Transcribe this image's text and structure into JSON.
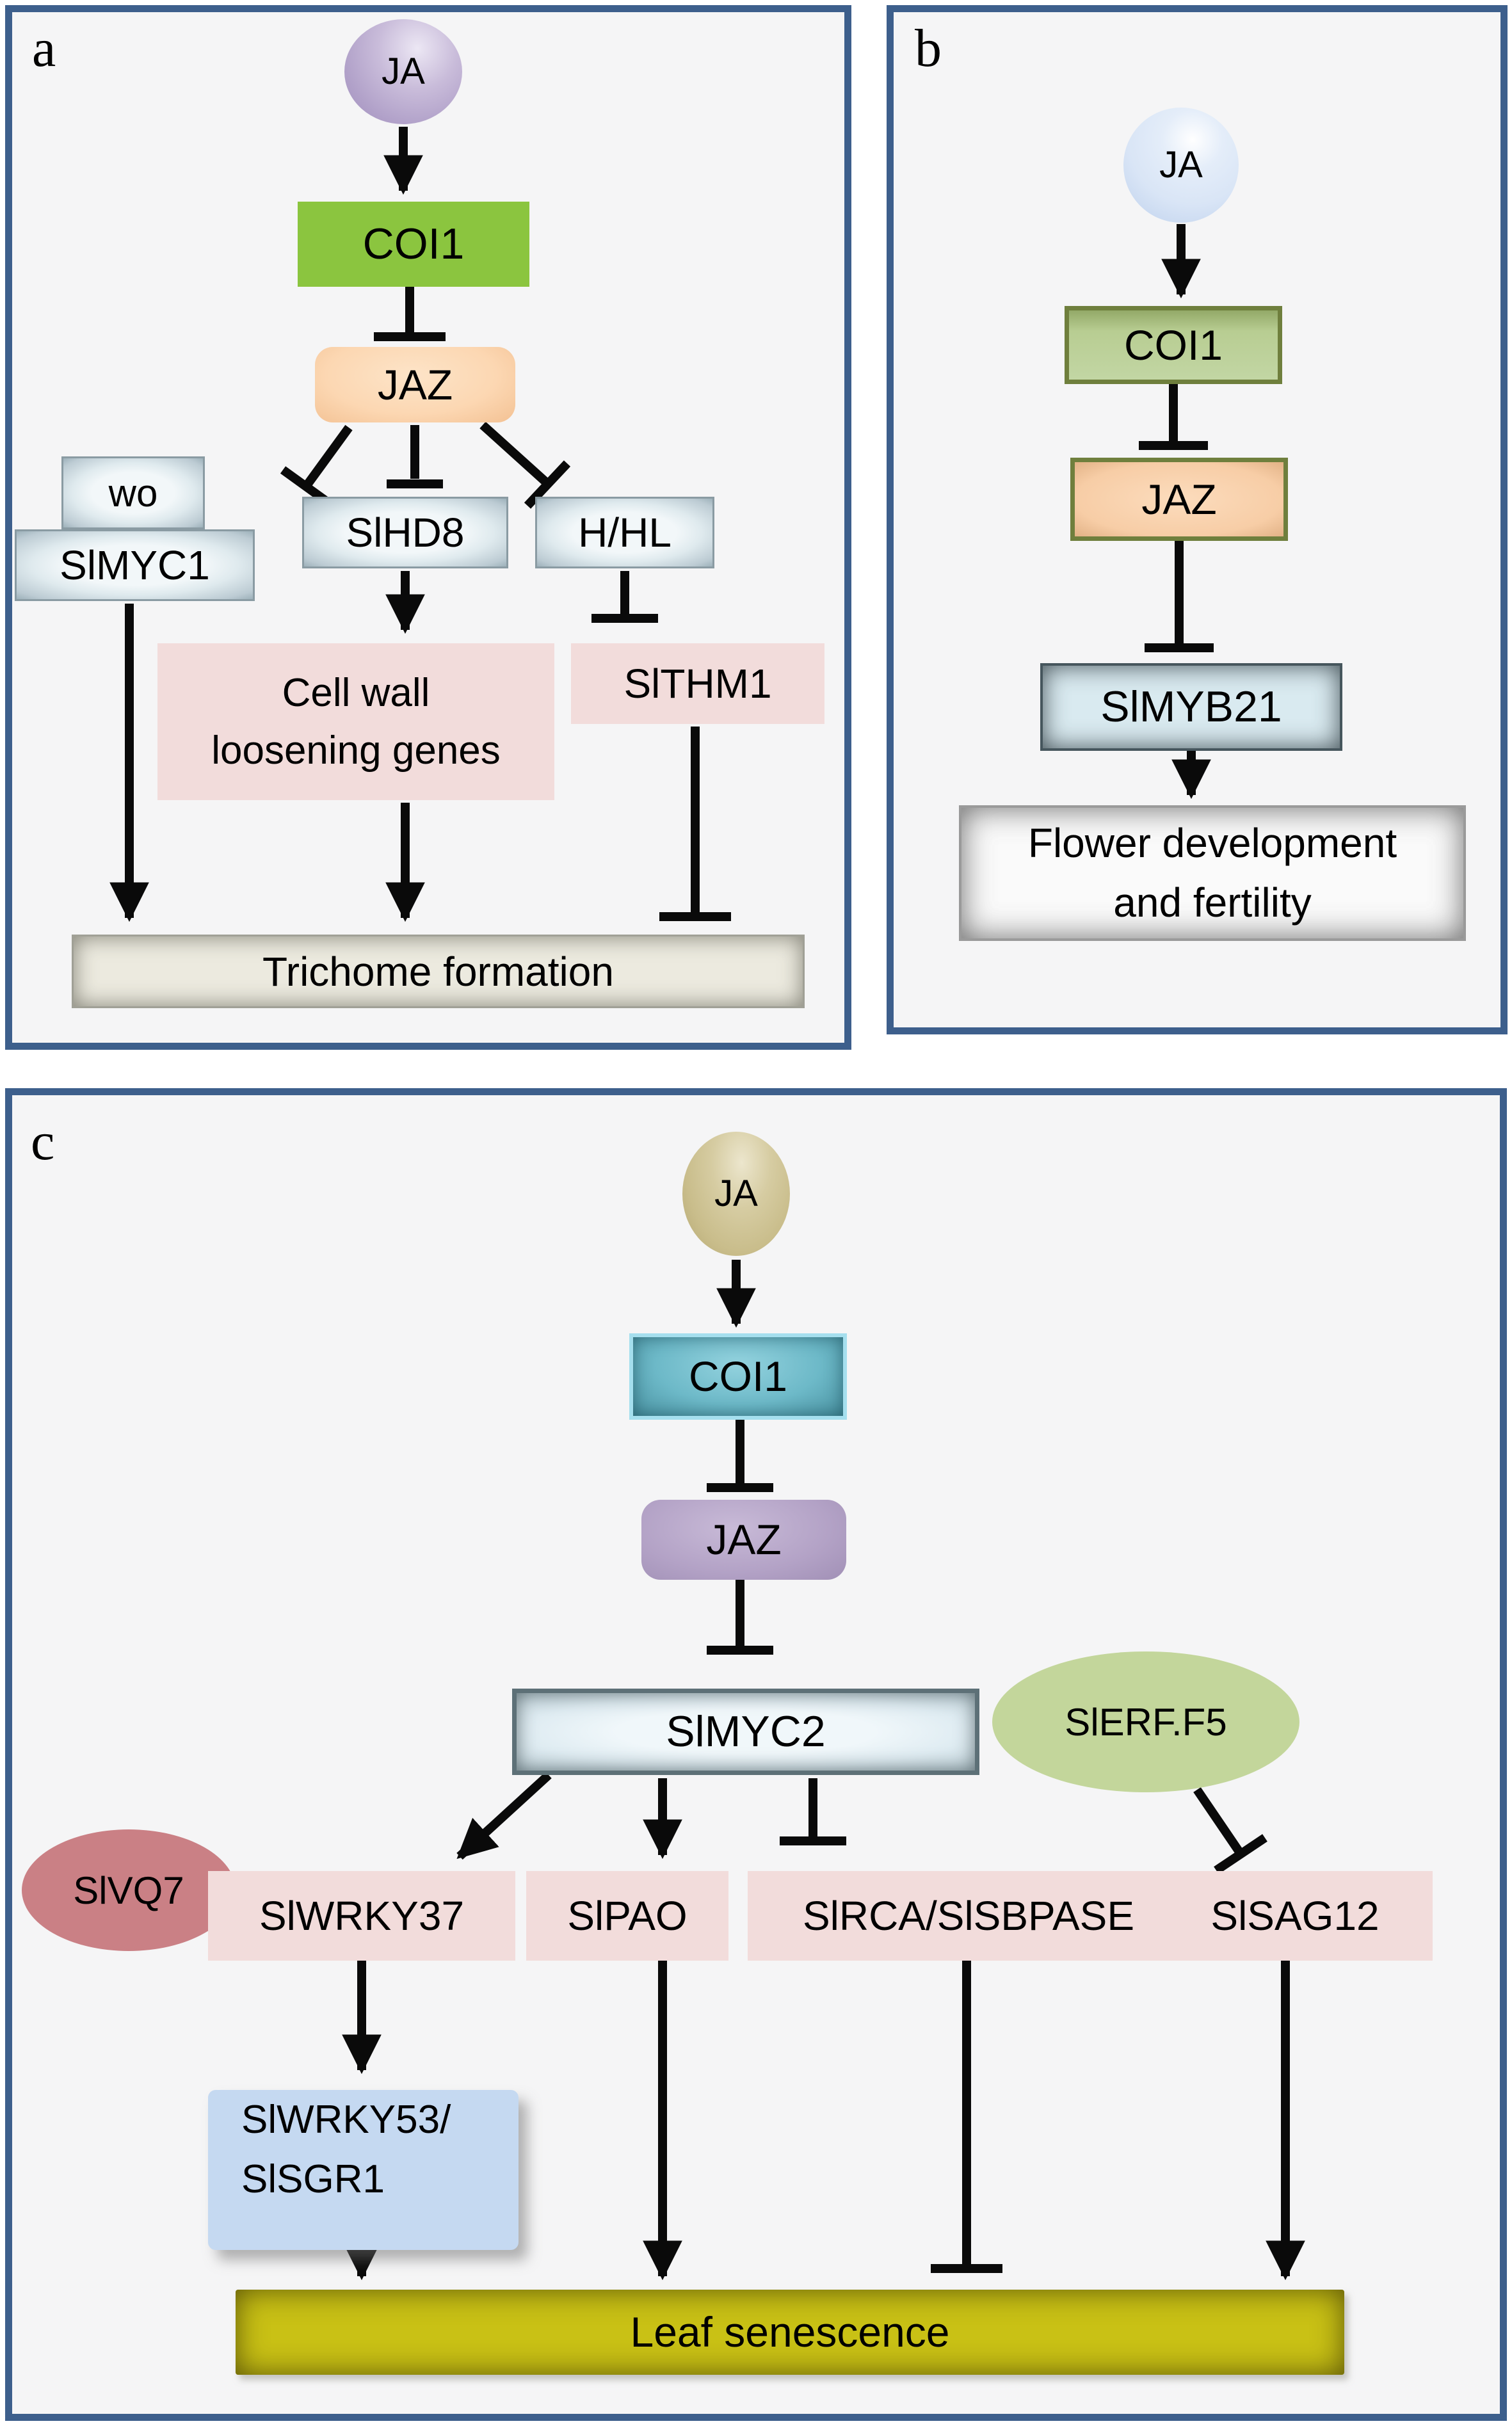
{
  "colors": {
    "panel-border": "#3d5f8c",
    "panel-bg": "#f5f5f6",
    "ink": "#0a0a0a",
    "a-ja": "#b1a1c9",
    "a-coi1": "#8bc53f",
    "a-jaz": "#fcd7b2",
    "bevel-blue": "#dfeaee",
    "pink": "#f2dcdb",
    "trichome": "#eceadf",
    "b-ja": "#d9e5f6",
    "b-green": "#b8cd92",
    "b-olive": "#6f7f3d",
    "b-jaz": "#f7cda6",
    "b-myb": "#d9eaf0",
    "flower": "#fafafa",
    "c-ja": "#c9bd8b",
    "c-coi1": "#6db9c8",
    "c-coi1-border": "#a5dfee",
    "c-jaz": "#b3a2c6",
    "c-myc2": "#dfecf2",
    "erf": "#c3d69b",
    "vq7": "#ca8085",
    "wrky53": "#c5d9f1",
    "leaf": "#c9c115"
  },
  "panels": {
    "a": {
      "letter": "a",
      "nodes": {
        "ja": "JA",
        "coi1": "COI1",
        "jaz": "JAZ",
        "wo": "wo",
        "slmyc1": "SlMYC1",
        "slhd8": "SlHD8",
        "hhl": "H/HL",
        "cellwall_line1": "Cell wall",
        "cellwall_line2": "loosening genes",
        "slthm1": "SlTHM1",
        "trichome": "Trichome formation"
      },
      "edges": [
        {
          "from": "JA",
          "to": "COI1",
          "effect": "activates"
        },
        {
          "from": "COI1",
          "to": "JAZ",
          "effect": "inhibits"
        },
        {
          "from": "JAZ",
          "to": "wo/SlMYC1",
          "effect": "inhibits"
        },
        {
          "from": "JAZ",
          "to": "SlHD8",
          "effect": "inhibits"
        },
        {
          "from": "JAZ",
          "to": "H/HL",
          "effect": "inhibits"
        },
        {
          "from": "SlHD8",
          "to": "Cell wall loosening genes",
          "effect": "activates"
        },
        {
          "from": "H/HL",
          "to": "SlTHM1",
          "effect": "inhibits"
        },
        {
          "from": "SlMYC1",
          "to": "Trichome formation",
          "effect": "activates"
        },
        {
          "from": "Cell wall loosening genes",
          "to": "Trichome formation",
          "effect": "activates"
        },
        {
          "from": "SlTHM1",
          "to": "Trichome formation",
          "effect": "inhibits"
        }
      ]
    },
    "b": {
      "letter": "b",
      "nodes": {
        "ja": "JA",
        "coi1": "COI1",
        "jaz": "JAZ",
        "slmyb21": "SlMYB21",
        "flower_line1": "Flower development",
        "flower_line2": "and fertility"
      },
      "edges": [
        {
          "from": "JA",
          "to": "COI1",
          "effect": "activates"
        },
        {
          "from": "COI1",
          "to": "JAZ",
          "effect": "inhibits"
        },
        {
          "from": "JAZ",
          "to": "SlMYB21",
          "effect": "inhibits"
        },
        {
          "from": "SlMYB21",
          "to": "Flower development and fertility",
          "effect": "activates"
        }
      ]
    },
    "c": {
      "letter": "c",
      "nodes": {
        "ja": "JA",
        "coi1": "COI1",
        "jaz": "JAZ",
        "slmyc2": "SlMYC2",
        "slerf": "SlERF.F5",
        "slvq7": "SlVQ7",
        "slwrky37": "SlWRKY37",
        "slpao": "SlPAO",
        "slrca": "SlRCA/SlSBPASE",
        "slsag12": "SlSAG12",
        "slwrky53_line1": "SlWRKY53/",
        "slwrky53_line2": "SlSGR1",
        "leaf": "Leaf senescence"
      },
      "edges": [
        {
          "from": "JA",
          "to": "COI1",
          "effect": "activates"
        },
        {
          "from": "COI1",
          "to": "JAZ",
          "effect": "inhibits"
        },
        {
          "from": "JAZ",
          "to": "SlMYC2",
          "effect": "inhibits"
        },
        {
          "from": "SlMYC2",
          "to": "SlWRKY37",
          "effect": "activates"
        },
        {
          "from": "SlMYC2",
          "to": "SlPAO",
          "effect": "activates"
        },
        {
          "from": "SlMYC2",
          "to": "SlRCA/SlSBPASE",
          "effect": "inhibits"
        },
        {
          "from": "SlERF.F5",
          "to": "SlSAG12",
          "effect": "inhibits"
        },
        {
          "from": "SlWRKY37",
          "to": "SlWRKY53/SlSGR1",
          "effect": "activates"
        },
        {
          "from": "SlWRKY53/SlSGR1",
          "to": "Leaf senescence",
          "effect": "activates"
        },
        {
          "from": "SlPAO",
          "to": "Leaf senescence",
          "effect": "activates"
        },
        {
          "from": "SlRCA/SlSBPASE",
          "to": "Leaf senescence",
          "effect": "inhibits"
        },
        {
          "from": "SlSAG12",
          "to": "Leaf senescence",
          "effect": "activates"
        }
      ]
    }
  }
}
